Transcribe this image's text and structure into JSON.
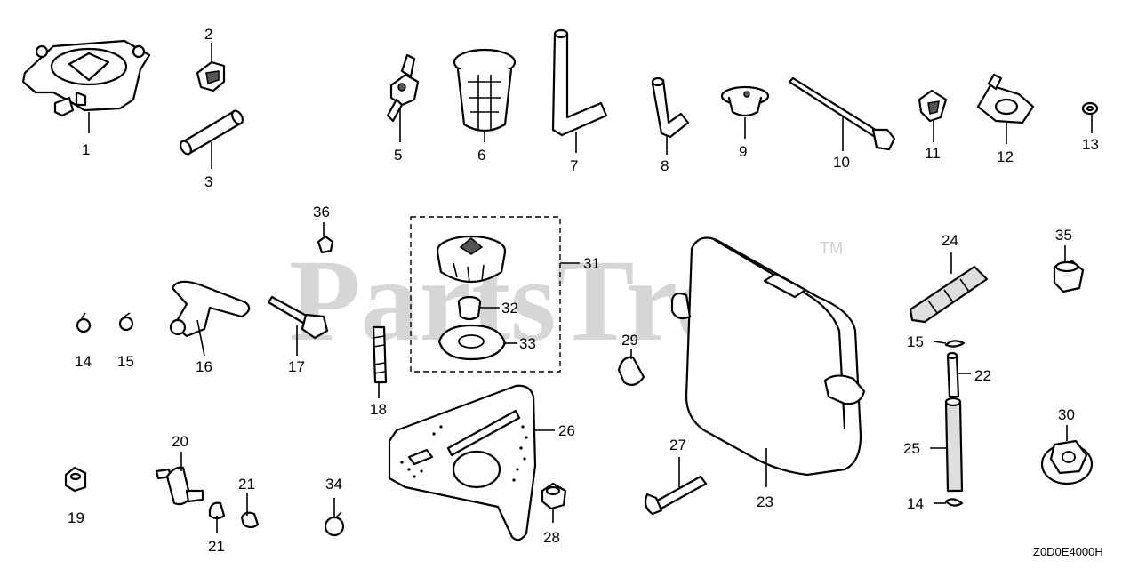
{
  "watermark": {
    "text": "PartsTree",
    "trademark": "TM"
  },
  "diagram_code": "Z0D0E4000H",
  "callouts": [
    "1",
    "2",
    "3",
    "5",
    "6",
    "7",
    "8",
    "9",
    "10",
    "11",
    "12",
    "13",
    "36",
    "31",
    "32",
    "33",
    "35",
    "24",
    "14",
    "15",
    "16",
    "17",
    "18",
    "29",
    "15",
    "22",
    "20",
    "26",
    "27",
    "30",
    "25",
    "19",
    "21",
    "21",
    "34",
    "28",
    "23",
    "14"
  ],
  "colors": {
    "line": "#000000",
    "watermark": "#cfcfcf",
    "background": "#ffffff"
  }
}
